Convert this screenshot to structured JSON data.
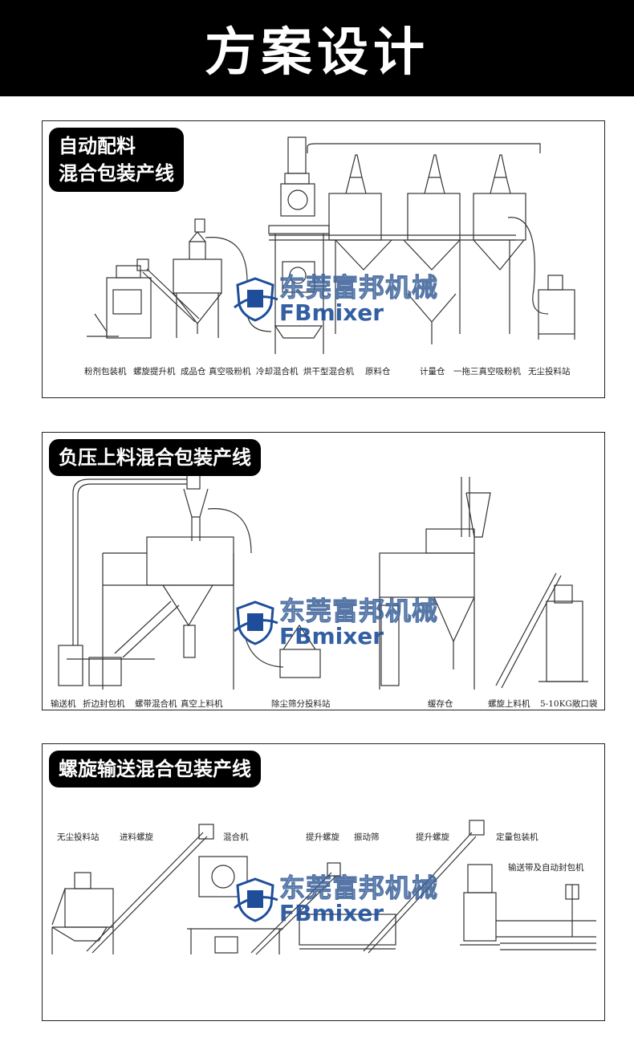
{
  "header": {
    "title": "方案设计"
  },
  "watermark": {
    "cn": "东莞富邦机械",
    "en": "FBmixer"
  },
  "panels": [
    {
      "title_lines": [
        "自动配料",
        "混合包装产线"
      ],
      "labels": [
        "粉剂包装机",
        "螺旋提升机",
        "成品仓",
        "真空吸粉机",
        "冷却混合机",
        "烘干型混合机",
        "原料仓",
        "计量仓",
        "一拖三真空吸粉机",
        "无尘投料站"
      ]
    },
    {
      "title_lines": [
        "负压上料混合包装产线"
      ],
      "labels": [
        "输送机",
        "折边封包机",
        "螺带混合机",
        "真空上料机",
        "除尘筛分投料站",
        "缓存仓",
        "螺旋上料机",
        "5-10KG敞口袋"
      ]
    },
    {
      "title_lines": [
        "螺旋输送混合包装产线"
      ],
      "labels": [
        "无尘投料站",
        "进料螺旋",
        "混合机",
        "提升螺旋",
        "振动筛",
        "提升螺旋",
        "定量包装机",
        "输送带及自动封包机"
      ]
    }
  ],
  "colors": {
    "header_bg": "#000000",
    "line": "#333333",
    "watermark_blue": "#1e4e9a"
  }
}
